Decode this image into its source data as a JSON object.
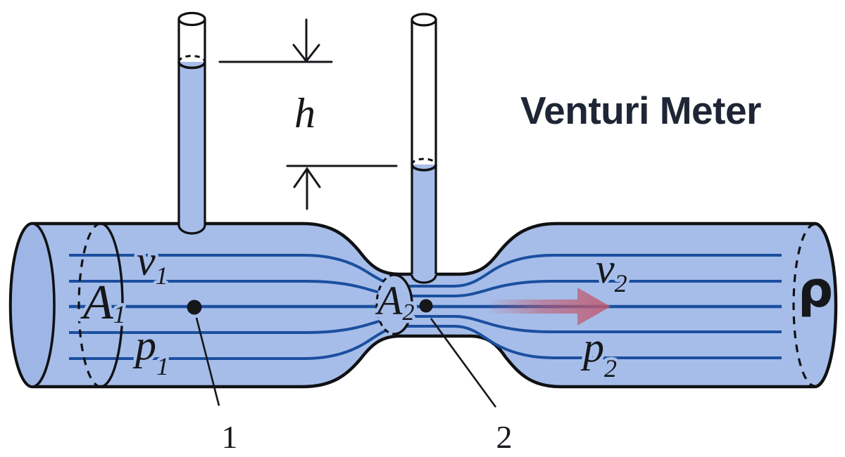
{
  "title": "Venturi Meter",
  "dimension_label": "h",
  "density_label": "ρ",
  "points": {
    "p1": "1",
    "p2": "2"
  },
  "station1": {
    "velocity": {
      "base": "v",
      "sub": "1"
    },
    "pressure": {
      "base": "p",
      "sub": "1"
    },
    "area": {
      "base": "A",
      "sub": "1"
    }
  },
  "station2": {
    "velocity": {
      "base": "v",
      "sub": "2"
    },
    "pressure": {
      "base": "p",
      "sub": "2"
    },
    "area": {
      "base": "A",
      "sub": "2"
    }
  },
  "colors": {
    "pipe_fill": "#a6bde9",
    "cap_fill": "#9eb6e5",
    "streamline": "#1b4f9f",
    "outline": "#101114",
    "flow_arrow": "#c05a70",
    "title_color": "#1e2635",
    "ink": "#15171b"
  }
}
